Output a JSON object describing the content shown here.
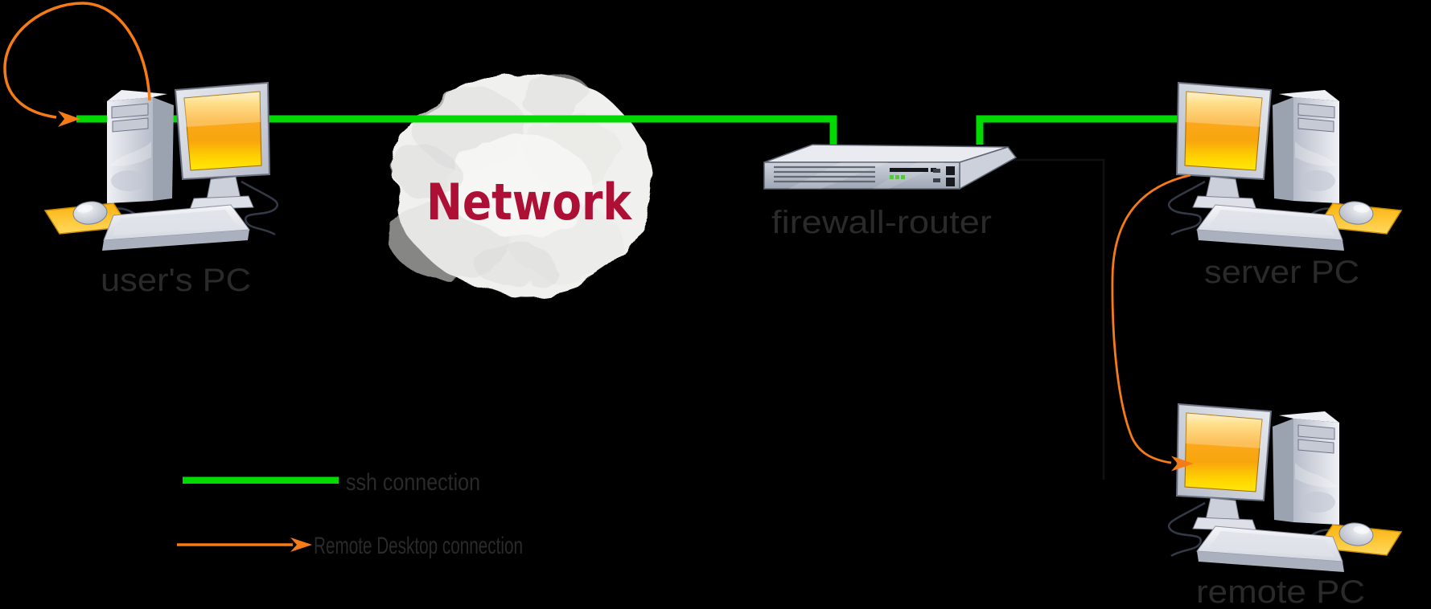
{
  "title": "network remote desktop connection diagram",
  "colors": {
    "background": "#000000",
    "ssh_green": "#00da00",
    "rdp_orange": "#f57b17",
    "network_text": "#ae1035",
    "label_text": "#2a2a2a",
    "connector_black": "#111111"
  },
  "nodes": {
    "user_pc": {
      "label": "user's PC"
    },
    "network": {
      "label": "Network"
    },
    "firewall_router": {
      "label": "firewall-router"
    },
    "server_pc": {
      "label": "server PC"
    },
    "remote_pc": {
      "label": "remote PC"
    }
  },
  "legend": {
    "ssh": {
      "label": "ssh connection",
      "color": "#00da00"
    },
    "rdp": {
      "label": "Remote Desktop connection",
      "color": "#f57b17"
    }
  }
}
